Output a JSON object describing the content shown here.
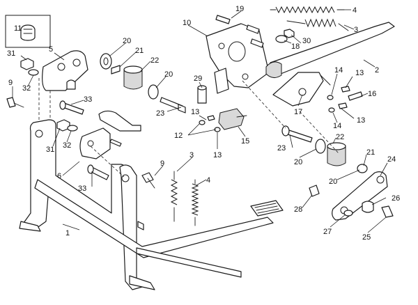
{
  "callouts": {
    "c1": "1",
    "c2": "2",
    "c3a": "3",
    "c3b": "3",
    "c4a": "4",
    "c4b": "4",
    "c5": "5",
    "c6": "6",
    "c9a": "9",
    "c9b": "9",
    "c10": "10",
    "c11": "11",
    "c12": "12",
    "c13a": "13",
    "c13b": "13",
    "c13c": "13",
    "c13d": "13",
    "c14a": "14",
    "c14b": "14",
    "c15": "15",
    "c16": "16",
    "c17": "17",
    "c18": "18",
    "c19": "19",
    "c20a": "20",
    "c20b": "20",
    "c20c": "20",
    "c20d": "20",
    "c21a": "21",
    "c21b": "21",
    "c22a": "22",
    "c22b": "22",
    "c23a": "23",
    "c23b": "23",
    "c24": "24",
    "c25": "25",
    "c26": "26",
    "c27": "27",
    "c28": "28",
    "c29": "29",
    "c30": "30",
    "c31a": "31",
    "c31b": "31",
    "c32a": "32",
    "c32b": "32",
    "c33a": "33",
    "c33b": "33"
  }
}
